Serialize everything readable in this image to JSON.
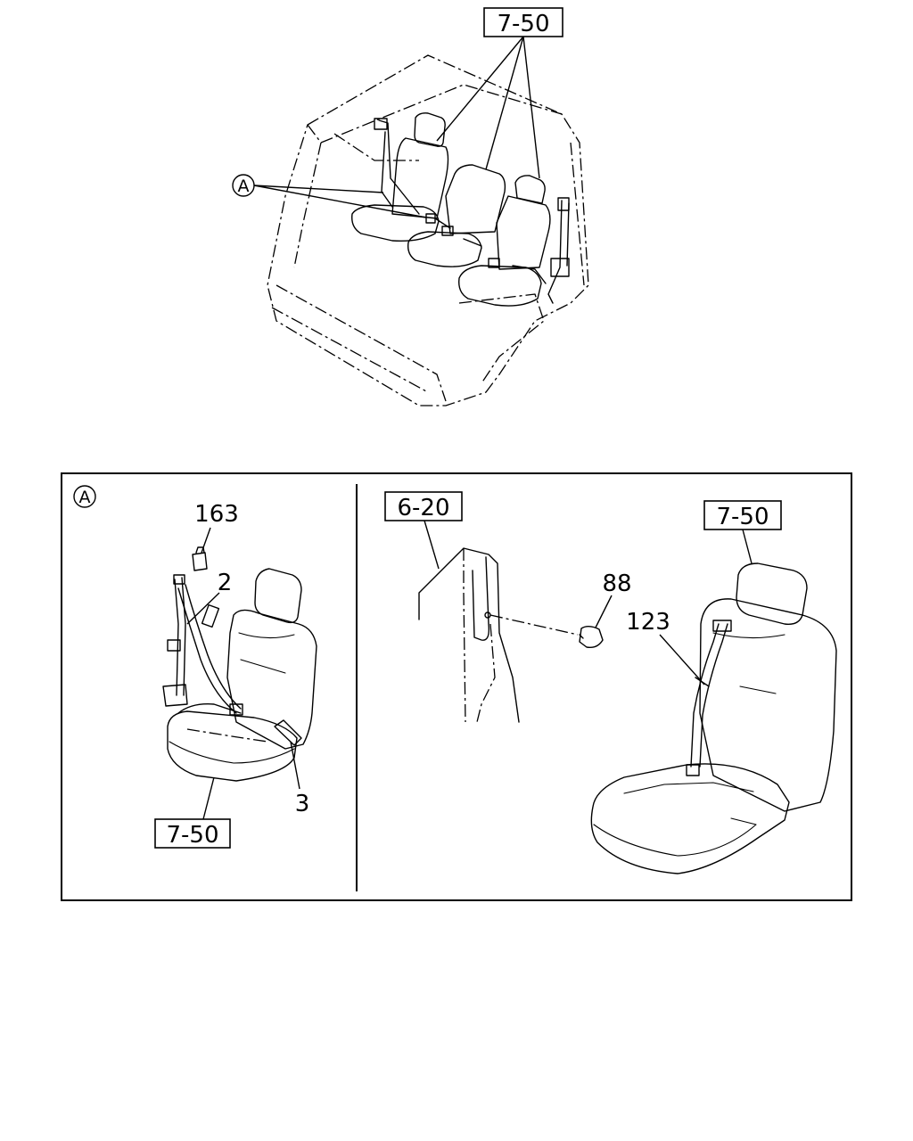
{
  "top_view": {
    "ref_box": "7-50",
    "callout": "A"
  },
  "detail_panel": {
    "callout": "A",
    "left": {
      "part_163": "163",
      "part_2": "2",
      "part_3": "3",
      "ref_box": "7-50"
    },
    "right": {
      "ref_box_a": "6-20",
      "ref_box_b": "7-50",
      "part_88": "88",
      "part_123": "123"
    }
  }
}
